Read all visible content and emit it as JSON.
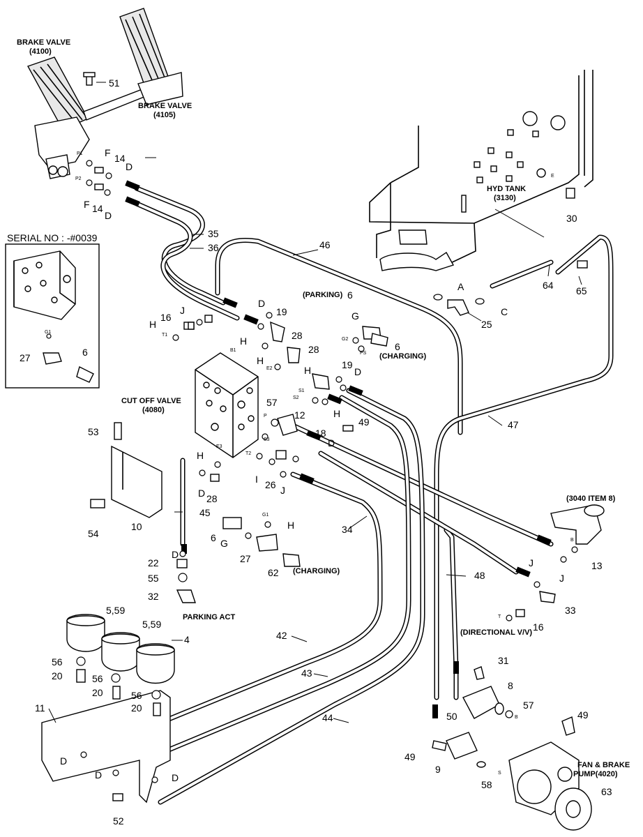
{
  "labels": {
    "brake_valve_a": "BRAKE VALVE",
    "brake_valve_a_no": "(4100)",
    "brake_valve_b": "BRAKE VALVE",
    "brake_valve_b_no": "(4105)",
    "serial_no": "SERIAL NO : -#0039",
    "hyd_tank": "HYD TANK",
    "hyd_tank_no": "(3130)",
    "cut_off_valve": "CUT OFF VALVE",
    "cut_off_valve_no": "(4080)",
    "parking": "(PARKING)",
    "charging_1": "(CHARGING)",
    "charging_2": "(CHARGING)",
    "item_3040": "(3040 ITEM 8)",
    "directional_vv": "(DIRECTIONAL V/V)",
    "parking_act": "PARKING ACT",
    "fan_brake_pump": "FAN & BRAKE",
    "fan_brake_pump_no": "PUMP(4020)"
  },
  "ports": {
    "p1": "P1",
    "p2": "P2",
    "t1": "T1",
    "b1": "B1",
    "e2": "E2",
    "e3": "E3",
    "g2": "G2",
    "ps": "PS",
    "s1": "S1",
    "s2": "S2",
    "s3": "S3",
    "p": "P",
    "t2": "T2",
    "g1_a": "G1",
    "g1_b": "G1",
    "e": "E",
    "b_a": "B",
    "b_b": "B",
    "s": "S",
    "t": "T"
  },
  "letters": {
    "f1": "F",
    "f2": "F",
    "d1": "D",
    "d2": "D",
    "d3": "D",
    "d4": "D",
    "d5": "D",
    "d6": "D",
    "d7": "D",
    "d8": "D",
    "d9": "D",
    "d10": "D",
    "h1": "H",
    "h2": "H",
    "h3": "H",
    "h4": "H",
    "h5": "H",
    "h6": "H",
    "h7": "H",
    "j1": "J",
    "j2": "J",
    "j3": "J",
    "j4": "J",
    "g1": "G",
    "g2": "G",
    "a": "A",
    "c": "C",
    "i": "I"
  },
  "numbers": {
    "n51": "51",
    "n14a": "14",
    "n14b": "14",
    "n35": "35",
    "n36": "36",
    "n46": "46",
    "n30": "30",
    "n64": "64",
    "n65": "65",
    "n25": "25",
    "n6a": "6",
    "n6b": "6",
    "n6c": "6",
    "n6d": "6",
    "n19a": "19",
    "n19b": "19",
    "n16a": "16",
    "n16b": "16",
    "n28a": "28",
    "n28b": "28",
    "n28c": "28",
    "n27a": "27",
    "n27b": "27",
    "n57a": "57",
    "n57b": "57",
    "n12": "12",
    "n49a": "49",
    "n49b": "49",
    "n49c": "49",
    "n18": "18",
    "n53": "53",
    "n10": "10",
    "n54": "54",
    "n45": "45",
    "n26": "26",
    "n47": "47",
    "n34": "34",
    "n22": "22",
    "n55": "55",
    "n32": "32",
    "n62": "62",
    "n13": "13",
    "n48": "48",
    "n33": "33",
    "n559a": "5,59",
    "n559b": "5,59",
    "n4": "4",
    "n56a": "56",
    "n56b": "56",
    "n56c": "56",
    "n20a": "20",
    "n20b": "20",
    "n20c": "20",
    "n42": "42",
    "n43": "43",
    "n44": "44",
    "n31": "31",
    "n8": "8",
    "n50": "50",
    "n11": "11",
    "n9": "9",
    "n58": "58",
    "n63": "63",
    "n52": "52"
  }
}
